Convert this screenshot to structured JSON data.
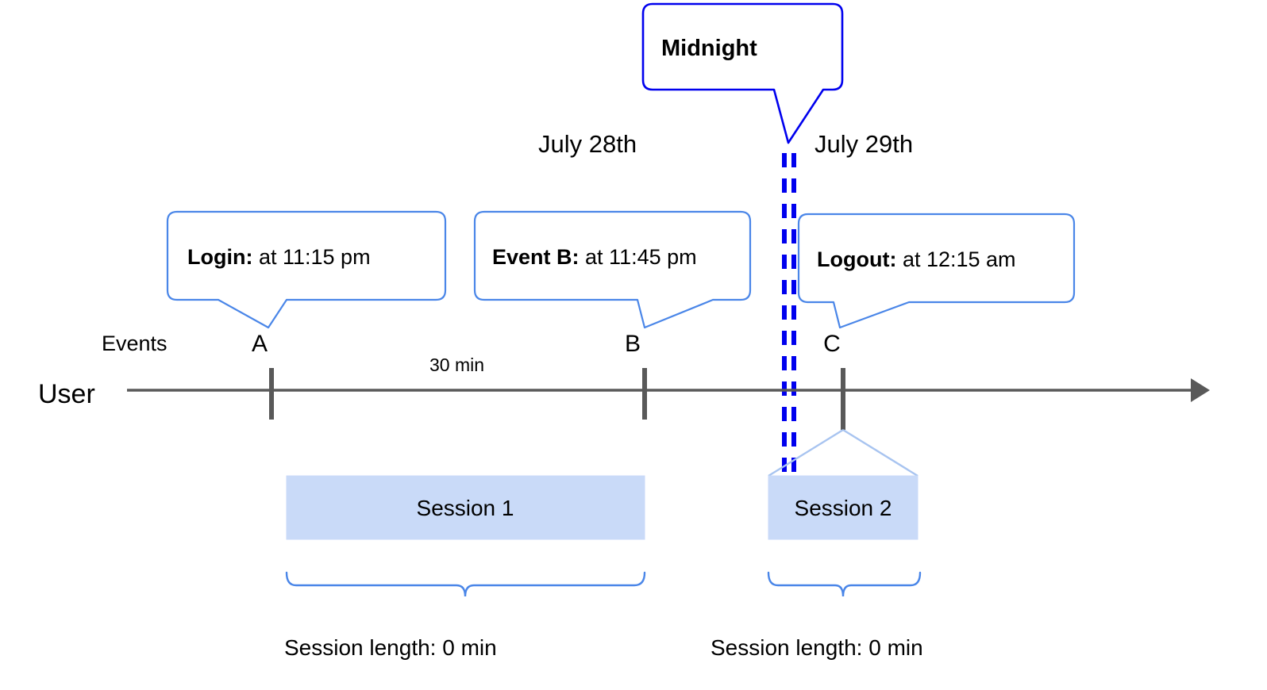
{
  "diagram": {
    "title_callout": {
      "label": "Midnight"
    },
    "dates": [
      {
        "id": "july-28",
        "label": "July 28th"
      },
      {
        "id": "july-29",
        "label": "July 29th"
      }
    ],
    "event_callouts": [
      {
        "id": "login",
        "bold": "Login:",
        "rest": " at 11:15 pm"
      },
      {
        "id": "event-b",
        "bold": "Event B:",
        "rest": " at 11:45 pm"
      },
      {
        "id": "logout",
        "bold": "Logout:",
        "rest": " at 12:15 am"
      }
    ],
    "axis": {
      "row_label_events": "Events",
      "row_label_user": "User",
      "markers": [
        {
          "id": "a",
          "label": "A"
        },
        {
          "id": "b",
          "label": "B"
        },
        {
          "id": "c",
          "label": "C"
        }
      ],
      "gap_label": "30 min"
    },
    "sessions": [
      {
        "id": "session-1",
        "label": "Session 1",
        "length_label": "Session length: 0 min"
      },
      {
        "id": "session-2",
        "label": "Session 2",
        "length_label": "Session length: 0 min"
      }
    ],
    "colors": {
      "midnight_blue": "#0000ee",
      "callout_blue": "#4a86e8",
      "session_fill": "#c9daf8",
      "session_stroke": "#a8c4f0",
      "axis_gray": "#595959",
      "text_black": "#000000"
    }
  }
}
